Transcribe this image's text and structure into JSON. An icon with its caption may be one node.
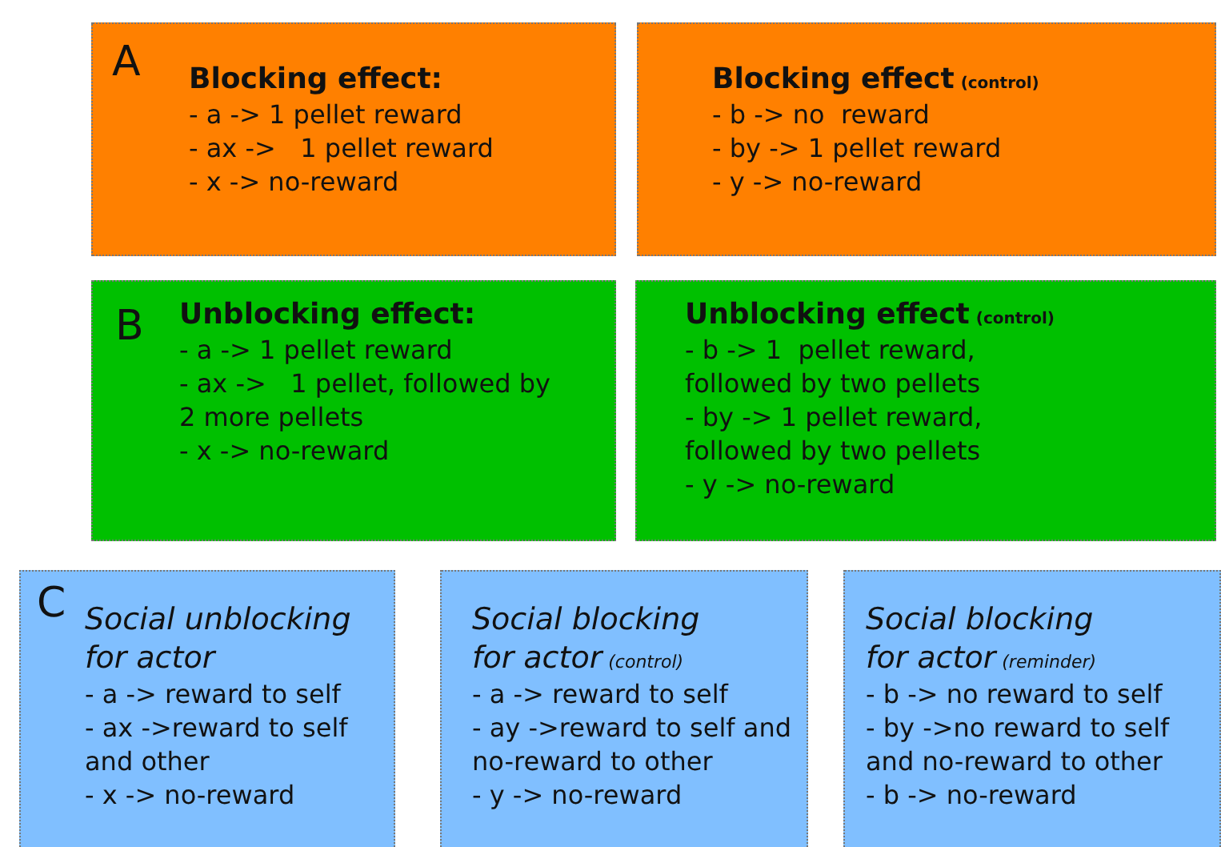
{
  "diagram": {
    "nodes": [
      {
        "text": [
          "A",
          "Blocking effect:",
          "- a -> 1 pellet reward",
          "- ax ->   1 pellet reward",
          "- x -> no-reward"
        ]
      },
      {
        "text": [
          "Blocking effect",
          "(control)",
          "- b -> no  reward",
          "- by -> 1 pellet reward",
          "- y -> no-reward"
        ]
      },
      {
        "text": [
          "B",
          "Unblocking effect:",
          "- a -> 1 pellet reward",
          "- ax ->   1 pellet, followed by 2 more pellets",
          "- x -> no-reward"
        ]
      },
      {
        "text": [
          "Unblocking effect",
          "(control)",
          "- b -> 1  pellet reward, followed by two pellets",
          "- by -> 1 pellet reward, followed by two pellets",
          "- y -> no-reward"
        ]
      },
      {
        "text": [
          "C",
          "Social unblocking for actor",
          "- a -> reward to self",
          "- ax ->reward to self and other",
          "- x -> no-reward"
        ]
      },
      {
        "text": [
          "Social blocking for actor",
          "(control)",
          "- a -> reward to self",
          "- ay ->reward to self and no-reward to other",
          "- y -> no-reward"
        ]
      },
      {
        "text": [
          "Social blocking for actor",
          "(reminder)",
          "- b -> no reward to self",
          "- by ->no reward to self and no-reward to other",
          "- b -> no-reward"
        ]
      }
    ]
  }
}
